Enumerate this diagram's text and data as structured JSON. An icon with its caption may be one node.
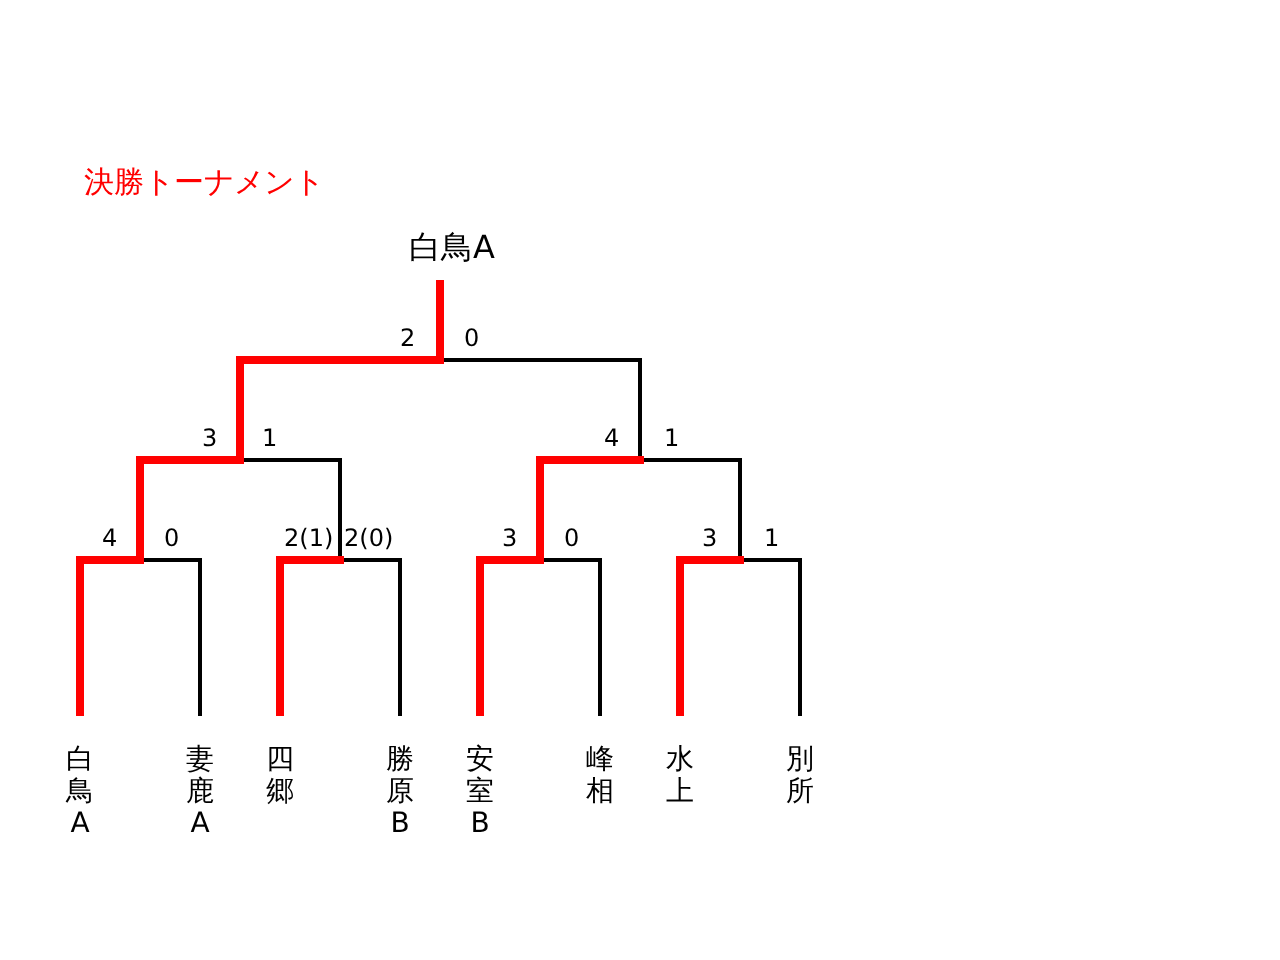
{
  "diagram": {
    "title": "決勝トーナメント",
    "nodes": [
      {
        "text": [
          "白鳥A"
        ]
      },
      {
        "text": [],
        "shape": "point"
      },
      {
        "text": [],
        "shape": "point"
      },
      {
        "text": [],
        "shape": "point"
      },
      {
        "text": [],
        "shape": "point"
      },
      {
        "text": [],
        "shape": "point"
      },
      {
        "text": [],
        "shape": "point"
      },
      {
        "text": [],
        "shape": "point"
      },
      {
        "text": [
          "白鳥A"
        ]
      },
      {
        "text": [
          "妻鹿A"
        ]
      },
      {
        "text": [
          "四郷"
        ]
      },
      {
        "text": [
          "勝原B"
        ]
      },
      {
        "text": [
          "安室B"
        ]
      },
      {
        "text": [
          "峰相"
        ]
      },
      {
        "text": [
          "水上"
        ]
      },
      {
        "text": [
          "別所"
        ]
      }
    ],
    "edges": [
      {
        "from": 1,
        "to": 0,
        "arrow": "none",
        "color": "#ff0000"
      },
      {
        "from": 2,
        "to": 1,
        "arrow": "none",
        "color": "#ff0000"
      },
      {
        "from": 3,
        "to": 1,
        "arrow": "none",
        "color": "#000000"
      },
      {
        "from": 4,
        "to": 2,
        "arrow": "none",
        "color": "#ff0000"
      },
      {
        "from": 5,
        "to": 2,
        "arrow": "none",
        "color": "#000000"
      },
      {
        "from": 6,
        "to": 3,
        "arrow": "none",
        "color": "#ff0000"
      },
      {
        "from": 7,
        "to": 3,
        "arrow": "none",
        "color": "#000000"
      },
      {
        "from": 8,
        "to": 4,
        "arrow": "none",
        "color": "#ff0000"
      },
      {
        "from": 9,
        "to": 4,
        "arrow": "none",
        "color": "#000000"
      },
      {
        "from": 10,
        "to": 5,
        "arrow": "none",
        "color": "#ff0000"
      },
      {
        "from": 11,
        "to": 5,
        "arrow": "none",
        "color": "#000000"
      },
      {
        "from": 12,
        "to": 6,
        "arrow": "none",
        "color": "#ff0000"
      },
      {
        "from": 13,
        "to": 6,
        "arrow": "none",
        "color": "#000000"
      },
      {
        "from": 14,
        "to": 7,
        "arrow": "none",
        "color": "#ff0000"
      },
      {
        "from": 15,
        "to": 7,
        "arrow": "none",
        "color": "#000000"
      }
    ],
    "labels": [
      "2",
      "0",
      "3",
      "1",
      "4",
      "1",
      "4",
      "0",
      "2(1)",
      "2(0)",
      "3",
      "0",
      "3",
      "1"
    ]
  }
}
